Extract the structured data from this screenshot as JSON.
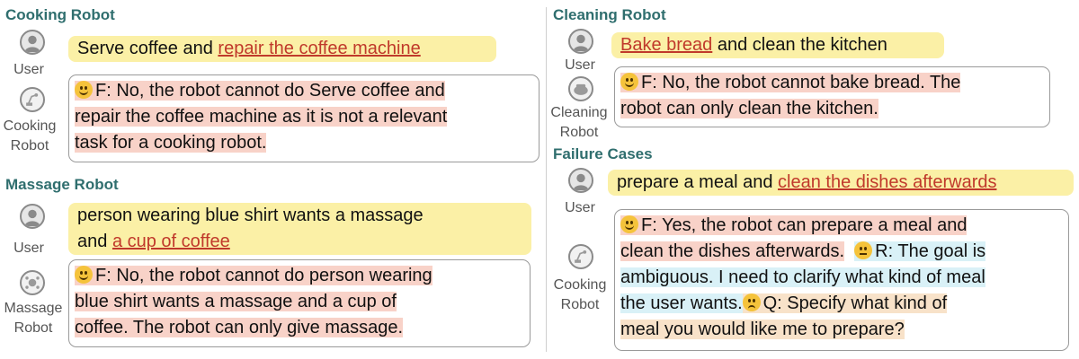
{
  "cooking": {
    "title": "Cooking Robot",
    "user_label": "User",
    "robot_label_1": "Cooking",
    "robot_label_2": "Robot",
    "query_plain": "Serve coffee and ",
    "query_hl": "repair the coffee machine",
    "resp_lines": [
      "F: No, the robot cannot do Serve coffee and",
      "repair the coffee machine as it is not a relevant",
      "task for a cooking robot."
    ]
  },
  "massage": {
    "title": "Massage Robot",
    "user_label": "User",
    "robot_label_1": "Massage",
    "robot_label_2": "Robot",
    "query_line1": "person wearing blue shirt wants a massage",
    "query_plain2": "and ",
    "query_hl": "a cup of coffee",
    "resp_lines": [
      "F: No, the robot cannot do person wearing",
      "blue shirt wants a massage and a cup of",
      "coffee. The robot can only give massage."
    ]
  },
  "cleaning": {
    "title": "Cleaning Robot",
    "user_label": "User",
    "robot_label_1": "Cleaning",
    "robot_label_2": "Robot",
    "query_hl": "Bake bread",
    "query_plain": " and clean the kitchen",
    "resp_lines": [
      "F: No, the robot cannot bake bread. The",
      "robot can only clean the kitchen."
    ]
  },
  "failure": {
    "title": "Failure Cases",
    "user_label": "User",
    "robot_label_1": "Cooking",
    "robot_label_2": "Robot",
    "query_plain": "prepare a meal and ",
    "query_hl": "clean the dishes afterwards",
    "f_1": "F: Yes, the robot can prepare a meal and",
    "f_2": "clean the dishes afterwards.",
    "r_1": "R: The goal is",
    "r_2": "ambiguous. I need to clarify what kind of meal",
    "r_3": "the user wants.",
    "q_1": "Q: Specify what kind of",
    "q_2": "meal you would like me to prepare?"
  },
  "icons": {
    "face": "grinning-face",
    "thinking": "thinking-face",
    "worried": "worried-face",
    "user": "user-avatar",
    "robot": "robot-avatar"
  },
  "colors": {
    "title": "#2f6e6e",
    "query_bg": "#fbf0a6",
    "highlight": "#c0392b",
    "resp_pink": "#f8d2c8",
    "resp_blue": "#d9f1f7",
    "resp_tan": "#f8e2c9"
  }
}
